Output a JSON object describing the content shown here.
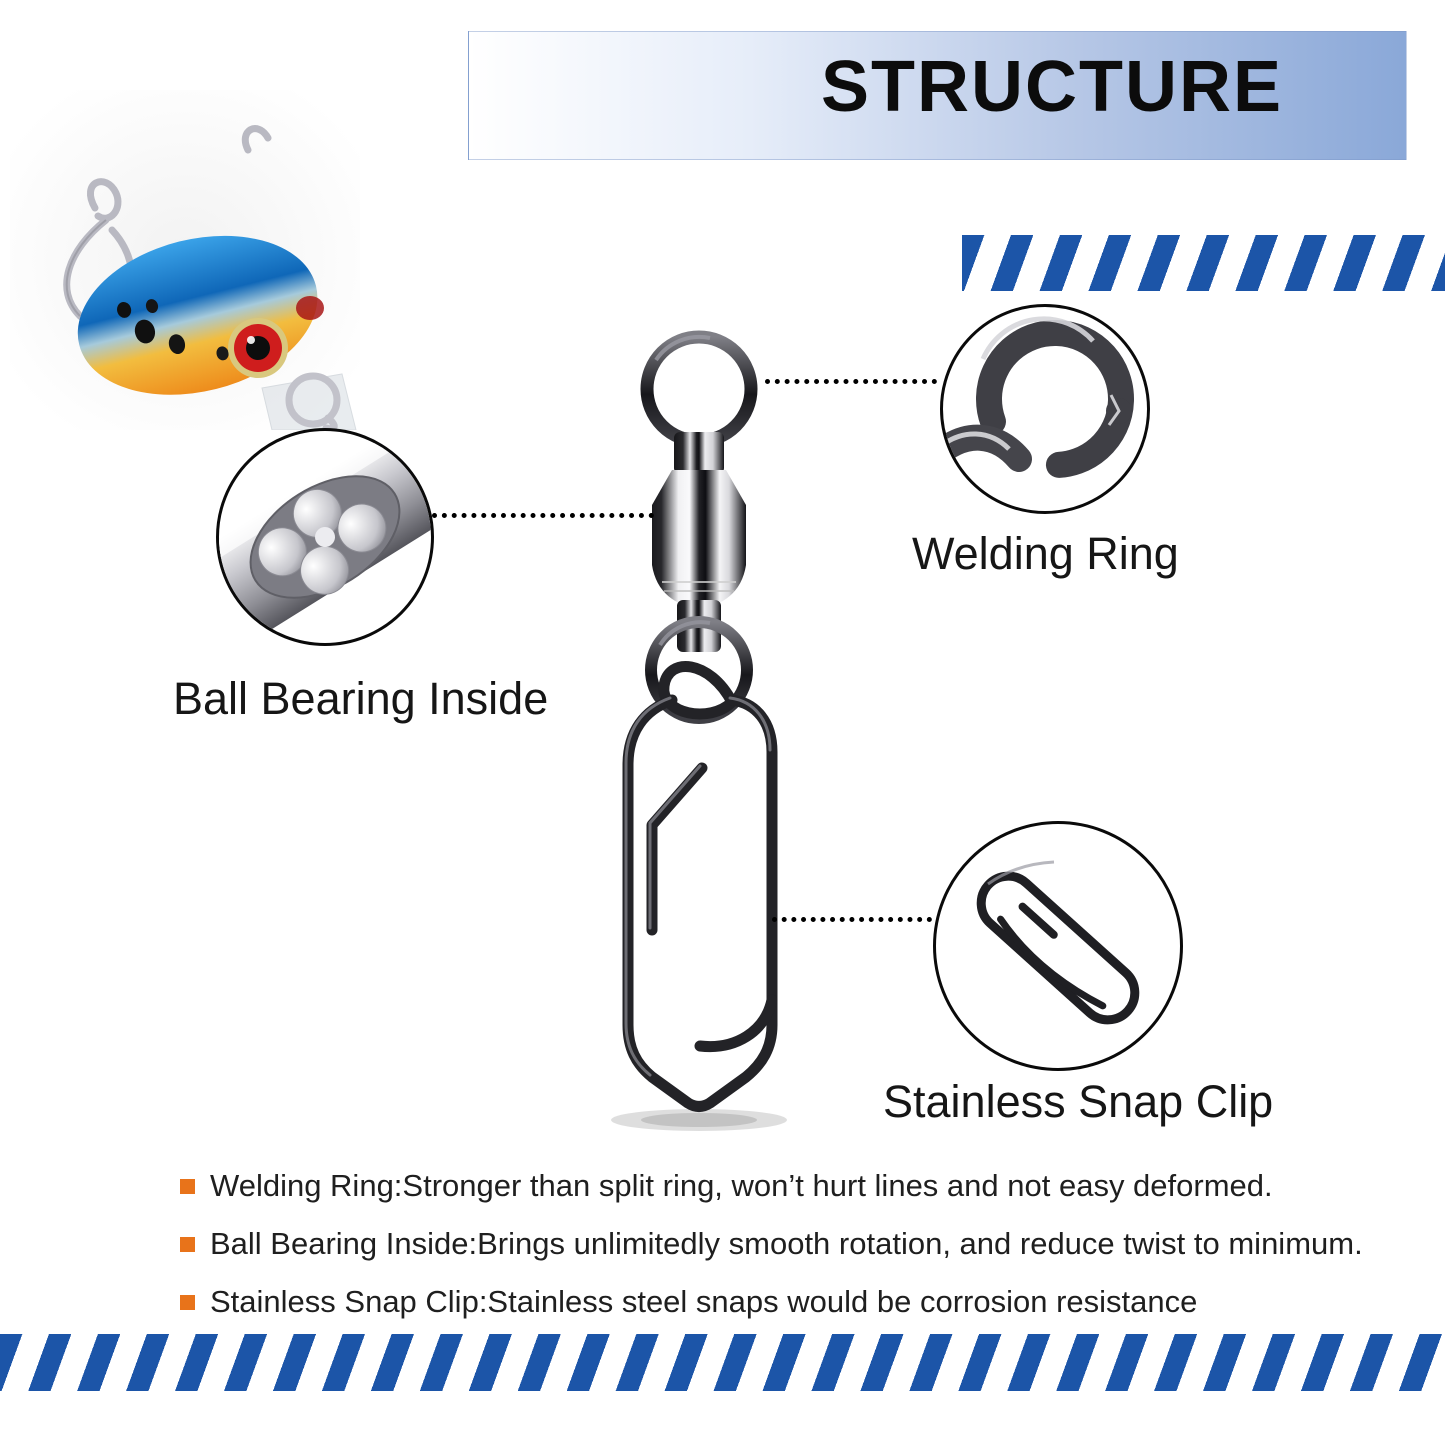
{
  "banner": {
    "title": "STRUCTURE"
  },
  "callouts": {
    "welding_ring": {
      "label": "Welding Ring"
    },
    "ball_bearing": {
      "label": "Ball Bearing Inside"
    },
    "snap_clip": {
      "label": "Stainless Snap Clip"
    }
  },
  "bullets": [
    "Welding Ring:Stronger than split ring, won’t hurt lines and not easy deformed.",
    "Ball Bearing Inside:Brings unlimitedly smooth rotation, and reduce twist to minimum.",
    "Stainless Snap Clip:Stainless steel snaps would be corrosion resistance"
  ],
  "icons": {
    "lure": "fishing-lure-photo",
    "product": "swivel-snap-product-photo",
    "ball_bearing_zoom": "ball-bearing-zoom-icon",
    "welding_ring_zoom": "welding-ring-zoom-icon",
    "snap_clip_zoom": "snap-clip-zoom-icon"
  },
  "colors": {
    "stripe_blue": "#1c55a8",
    "banner_blue": "#8aa8d8",
    "bullet_orange": "#e8731a",
    "metal_dark": "#1b1b1f"
  }
}
